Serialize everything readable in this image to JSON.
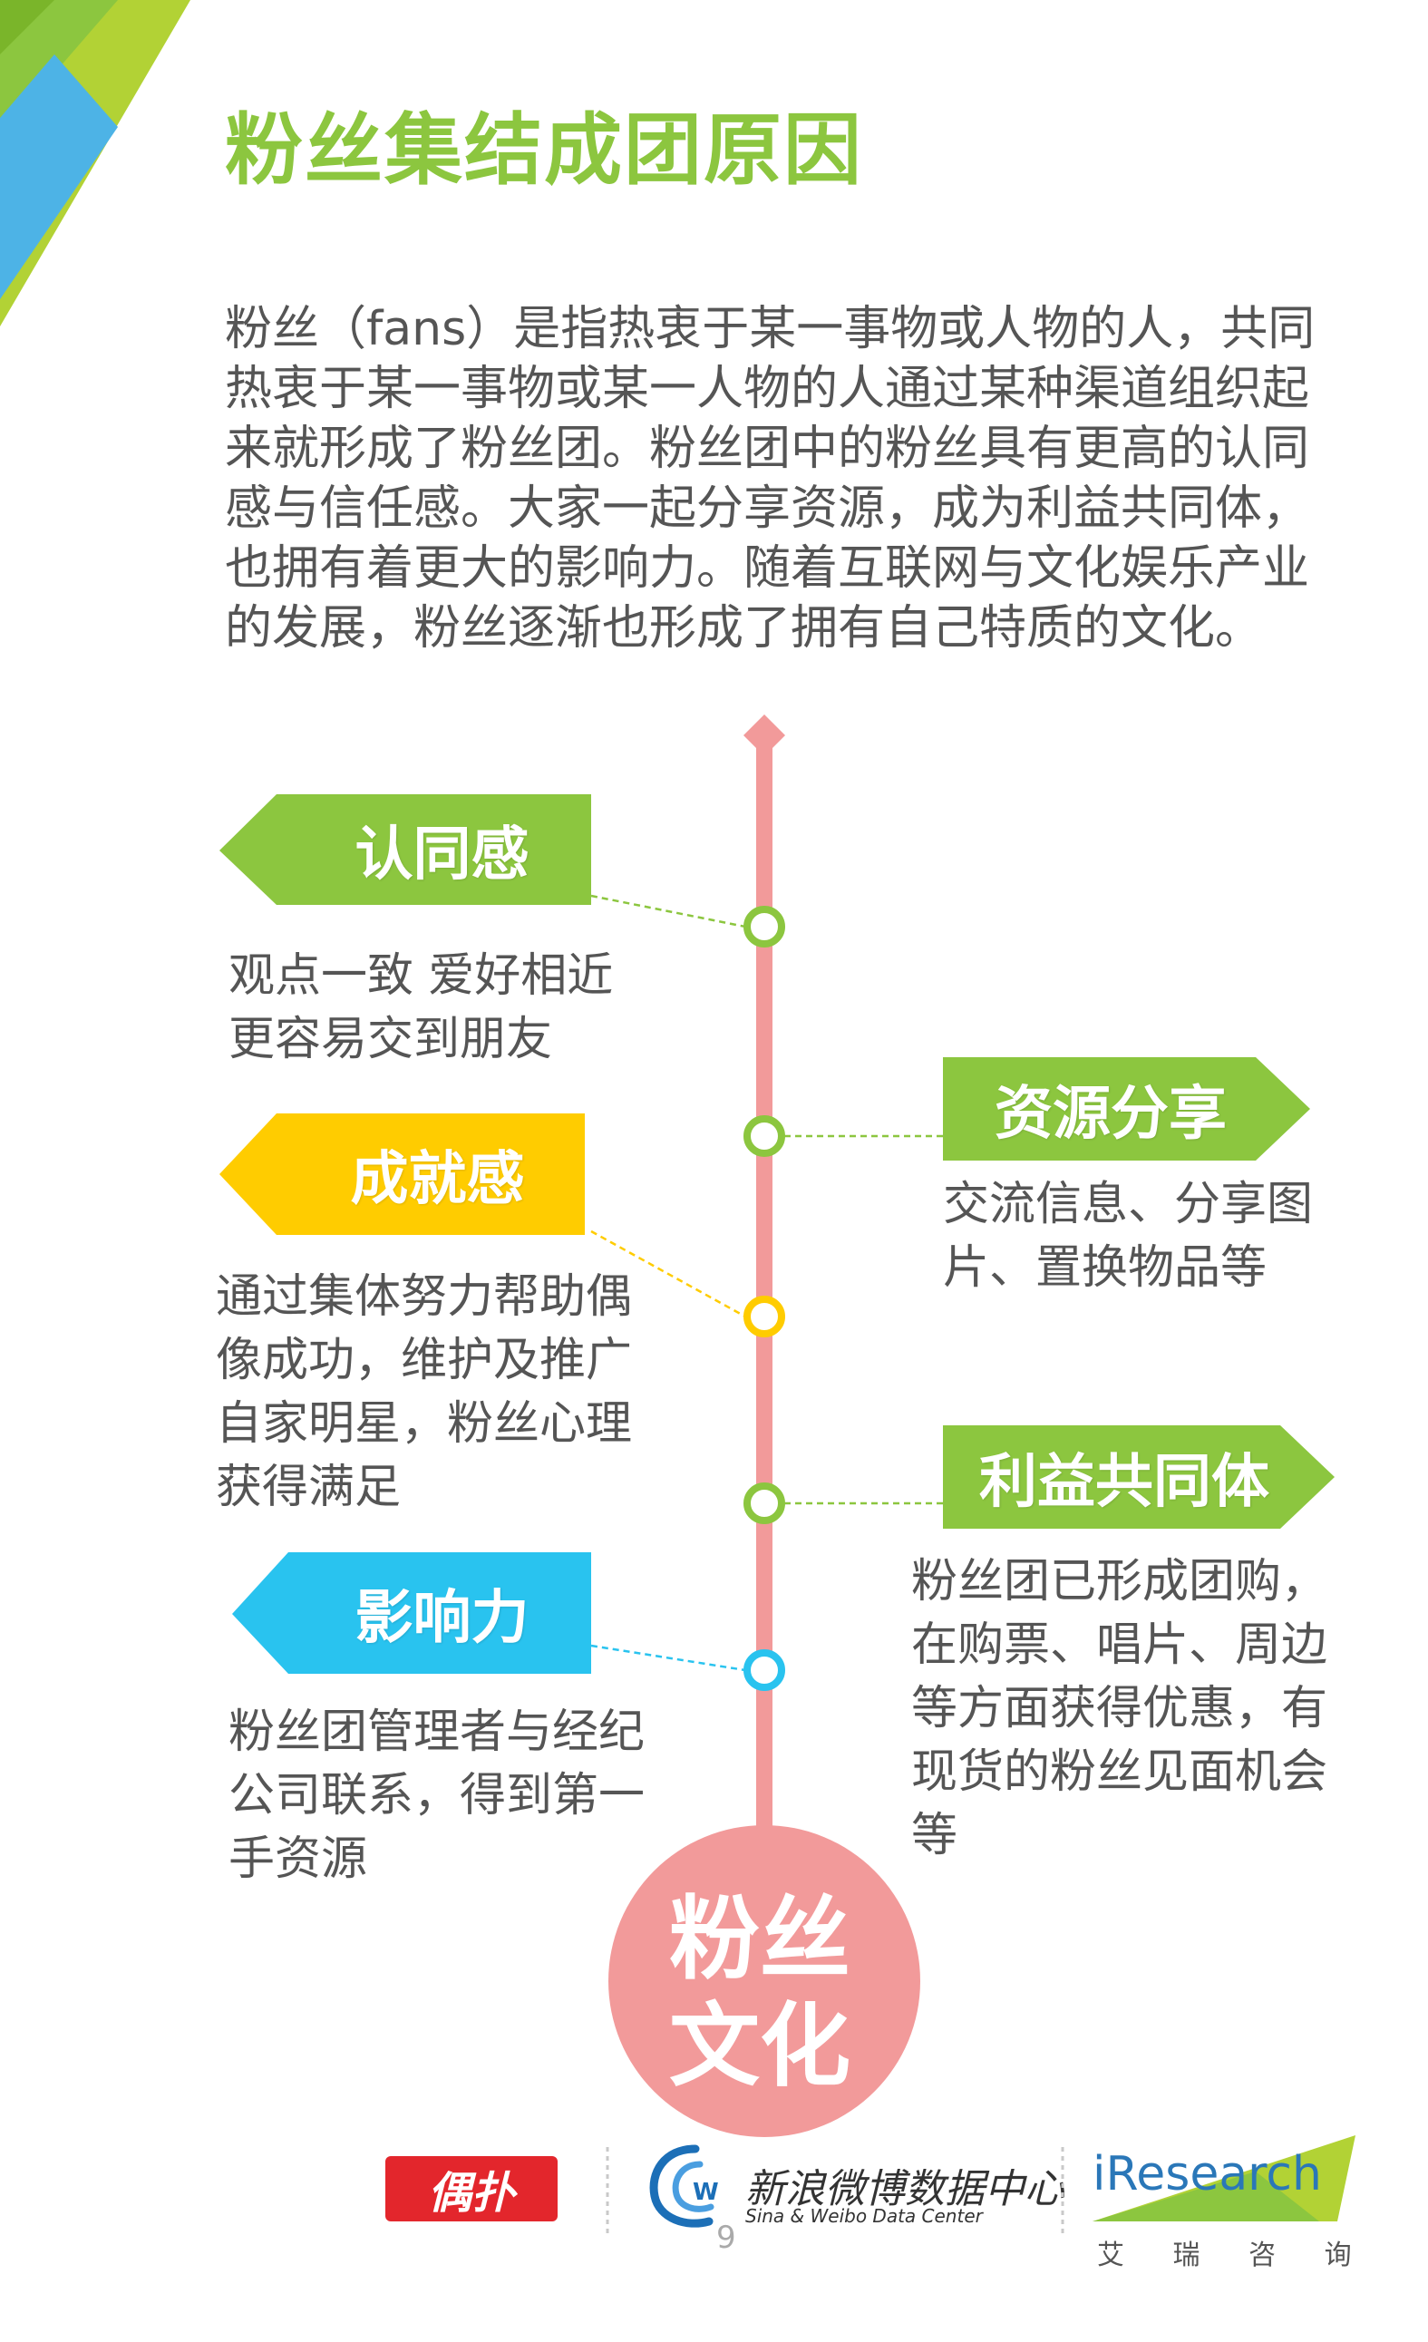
{
  "title": "粉丝集结成团原因",
  "intro": "粉丝（fans）是指热衷于某一事物或人物的人，共同热衷于某一事物或某一人物的人通过某种渠道组织起来就形成了粉丝团。粉丝团中的粉丝具有更高的认同感与信任感。大家一起分享资源，成为利益共同体，也拥有着更大的影响力。随着互联网与文化娱乐产业的发展，粉丝逐渐也形成了拥有自己特质的文化。",
  "center": {
    "line1": "粉丝",
    "line2": "文化"
  },
  "items": {
    "identity": {
      "label": "认同感",
      "desc1": "观点一致 爱好相近",
      "desc2": "更容易交到朋友",
      "color": "#8cc63f"
    },
    "sharing": {
      "label": "资源分享",
      "desc1": "交流信息、分享图",
      "desc2": "片、置换物品等",
      "color": "#8cc63f"
    },
    "achievement": {
      "label": "成就感",
      "desc1": "通过集体努力帮助偶",
      "desc2": "像成功，维护及推广",
      "desc3": "自家明星，粉丝心理",
      "desc4": "获得满足",
      "color": "#ffcc00"
    },
    "interest": {
      "label": "利益共同体",
      "desc1": "粉丝团已形成团购，",
      "desc2": "在购票、唱片、周边",
      "desc3": "等方面获得优惠，有",
      "desc4": "现货的粉丝见面机会",
      "desc5": "等",
      "color": "#8cc63f"
    },
    "influence": {
      "label": "影响力",
      "desc1": "粉丝团管理者与经纪",
      "desc2": "公司联系，得到第一",
      "desc3": "手资源",
      "color": "#29c3ef"
    }
  },
  "footer": {
    "logo1": "偶扑",
    "logo2_main": "新浪微博数据中心",
    "logo2_sub": "Sina & Weibo Data Center",
    "logo3_main": "iResearch",
    "logo3_sub": "艾 瑞 咨 询",
    "page": "9"
  },
  "colors": {
    "accent_green": "#8cc63f",
    "yellow": "#ffcc00",
    "blue": "#29c3ef",
    "pink": "#f29a9a",
    "red": "#e3262c"
  }
}
